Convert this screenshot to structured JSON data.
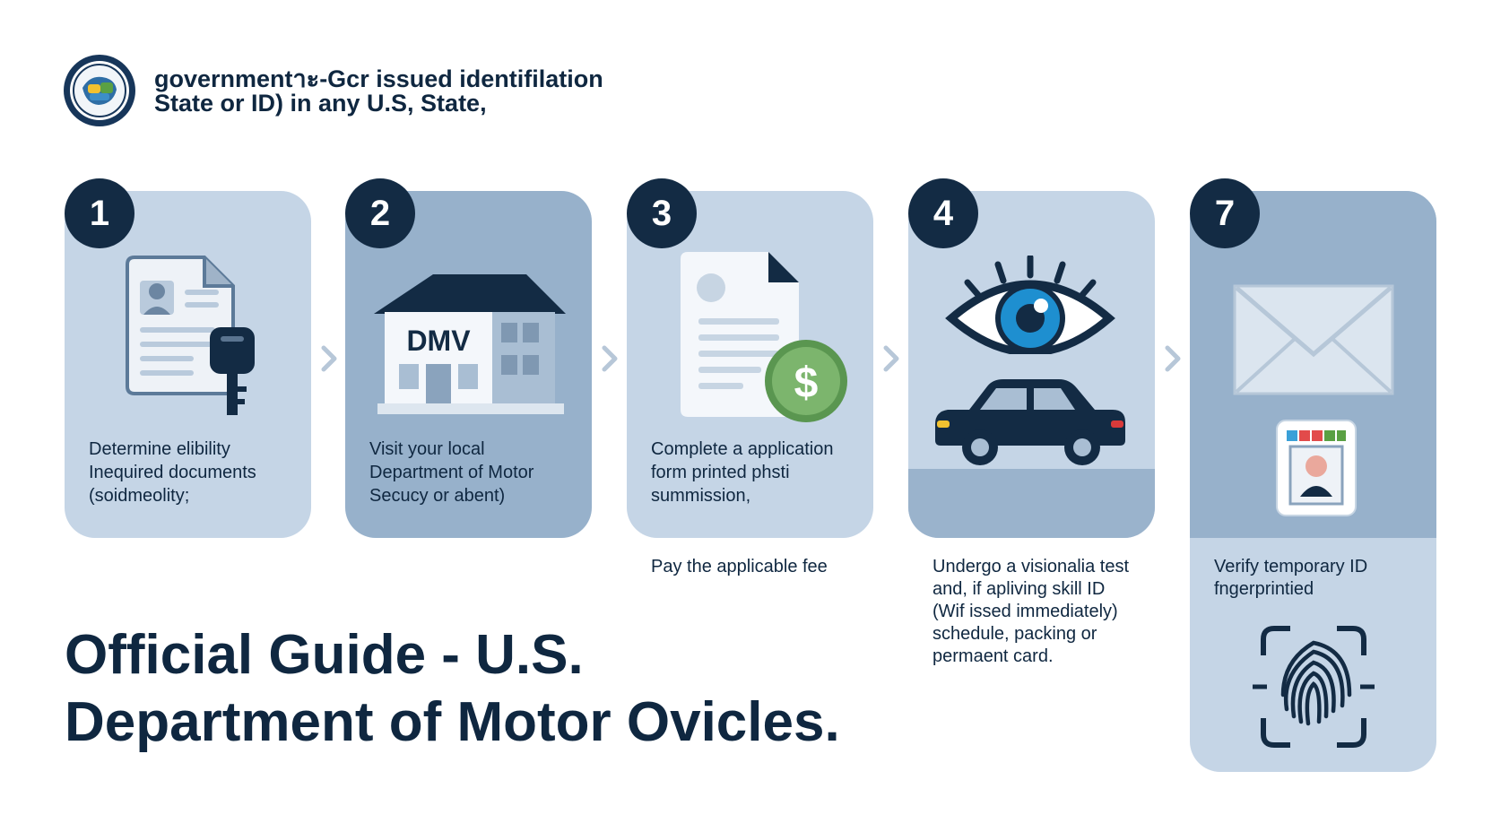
{
  "header": {
    "line1": "governmentาะ-Gcr issued identifilation",
    "line2": "State or ID) in any U.S, State,"
  },
  "steps": [
    {
      "number": "1",
      "lines": [
        "Determine elibility",
        "Inequired documents",
        "(soidmeolity;"
      ]
    },
    {
      "number": "2",
      "building_label": "DMV",
      "lines": [
        "Visit your local",
        "Department of Motor",
        "Secucy or abent)"
      ]
    },
    {
      "number": "3",
      "lines": [
        "Complete a application",
        "form printed phsti",
        "summission,"
      ],
      "note": "Pay the applicable fee"
    },
    {
      "number": "4",
      "note_lines": [
        "Undergo a visionalia test",
        "and, if apliving skill ID",
        "(Wif issed immediately)",
        "schedule, packing or",
        "permaent card."
      ]
    },
    {
      "number": "7",
      "note_lines": [
        "Verify temporary ID",
        "fngerprintied"
      ]
    }
  ],
  "title": {
    "line1": "Official Guide - U.S.",
    "line2": "Department of Motor Ovicles."
  },
  "colors": {
    "navy": "#132b44",
    "card_light": "#c5d5e6",
    "card_dark": "#97b1cb",
    "eye_blue": "#1e8fd0",
    "money_green": "#6aa35c"
  }
}
